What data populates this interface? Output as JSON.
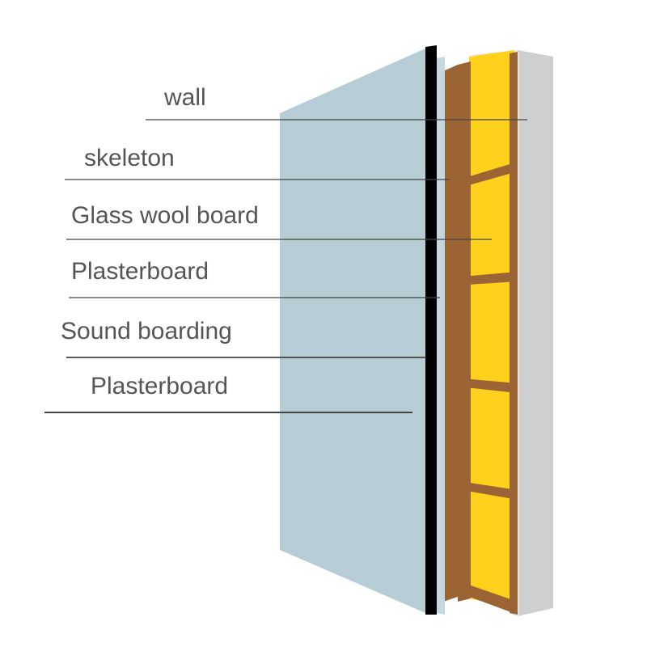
{
  "labels": [
    {
      "id": "wall",
      "text": "wall"
    },
    {
      "id": "skeleton",
      "text": "skeleton"
    },
    {
      "id": "glass_wool",
      "text": "Glass wool board"
    },
    {
      "id": "plasterboard_inner",
      "text": "Plasterboard"
    },
    {
      "id": "sound_boarding",
      "text": "Sound boarding"
    },
    {
      "id": "plasterboard_outer",
      "text": "Plasterboard"
    }
  ],
  "colors": {
    "wall": "#c8c8c8",
    "wall_side": "#e3e3e3",
    "skeleton": "#9a6233",
    "glass_wool": "#ffd21a",
    "plasterboard": "#b7cdd6",
    "sound_boarding": "#000000",
    "leader_line": "#444444",
    "label_text": "#555555"
  }
}
